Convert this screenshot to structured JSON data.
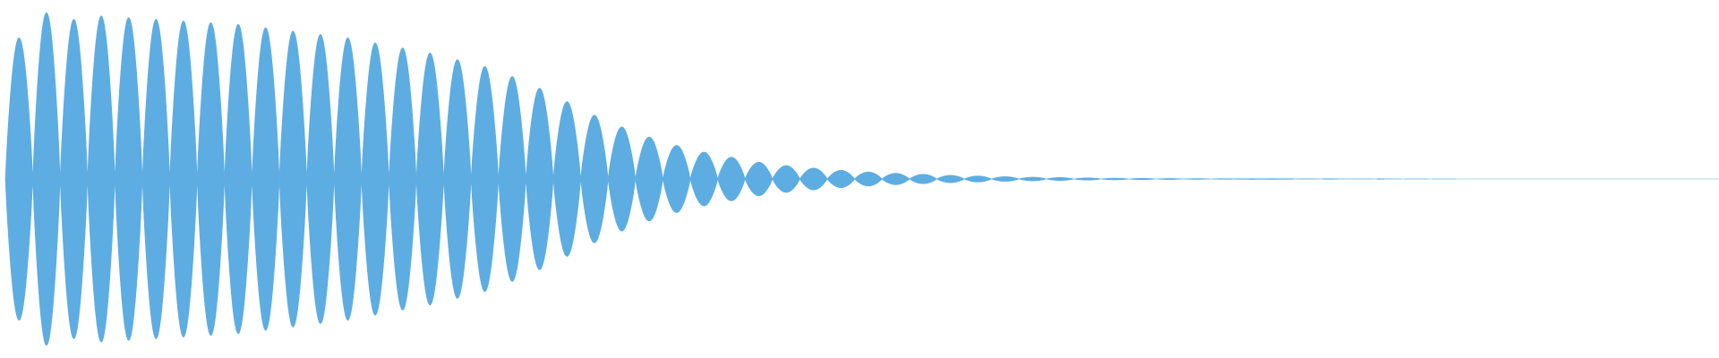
{
  "waveform": {
    "color": "#5dade2",
    "background": "#ffffff",
    "cycles_per_second": 50,
    "peak_amplitudes": [
      0.84,
      0.99,
      0.95,
      0.97,
      0.96,
      0.95,
      0.94,
      0.93,
      0.92,
      0.9,
      0.88,
      0.86,
      0.84,
      0.81,
      0.78,
      0.75,
      0.71,
      0.67,
      0.61,
      0.54,
      0.46,
      0.38,
      0.31,
      0.25,
      0.2,
      0.16,
      0.13,
      0.1,
      0.08,
      0.065,
      0.052,
      0.042,
      0.034,
      0.028,
      0.022,
      0.018,
      0.014,
      0.011,
      0.009,
      0.0065,
      0.005,
      0.0038,
      0.003,
      0.0024,
      0.0019,
      0.0015,
      0.0012,
      0.001,
      0.0008,
      0.0006,
      0.0005,
      0.0004,
      0.0003,
      0,
      0,
      0,
      0,
      0,
      0,
      0,
      0,
      0,
      0,
      0,
      0,
      0,
      0,
      0,
      0,
      0,
      0,
      0,
      0,
      0,
      0,
      0,
      0,
      0
    ]
  }
}
